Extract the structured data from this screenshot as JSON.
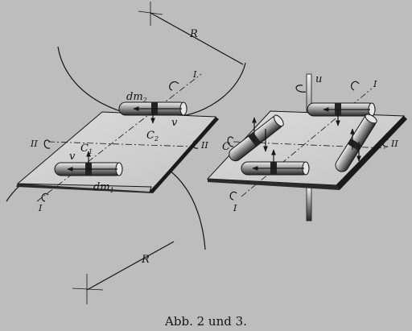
{
  "caption": "Abb. 2 und 3.",
  "labels": {
    "R": "R",
    "I": "I",
    "II": "II",
    "C1": "C",
    "C1_sub": "1",
    "C2": "C",
    "C2_sub": "2",
    "C": "C",
    "dm": "dm",
    "dm1_sub": "1",
    "dm2_sub": "2",
    "v": "v",
    "u": "u"
  },
  "colors": {
    "background": "#bdbdbd",
    "ink": "#161616",
    "plate_top": "#d6d6d6",
    "plate_side": "#1a1a1a"
  }
}
